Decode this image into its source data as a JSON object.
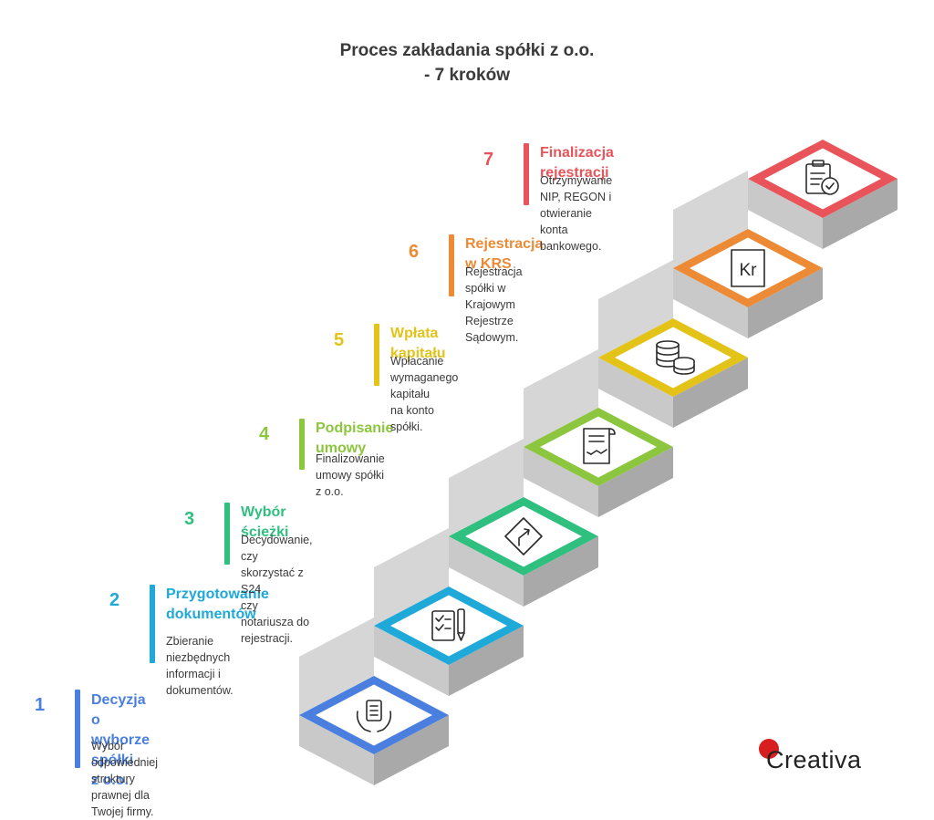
{
  "title_line1": "Proces zakładania spółki z o.o.",
  "title_line2": "- 7 kroków",
  "steps": [
    {
      "num": "1",
      "head1": "Decyzja o wyborze spółki",
      "head2": "z o.o.",
      "desc1": "Wybór odpowiedniej struktury",
      "desc2": "prawnej dla Twojej firmy.",
      "color": "#4a7fe0",
      "icon": "hands-holding-document-icon"
    },
    {
      "num": "2",
      "head1": "Przygotowanie",
      "head2": "dokumentów",
      "desc1": "Zbieranie niezbędnych informacji i",
      "desc2": "dokumentów.",
      "color": "#1fa9d8",
      "icon": "checklist-pen-icon"
    },
    {
      "num": "3",
      "head1": "Wybór ścieżki",
      "head2": "",
      "desc1": "Decydowanie, czy skorzystać z S24",
      "desc2": "czy notariusza do rejestracji.",
      "color": "#2fbf7f",
      "icon": "route-sign-icon"
    },
    {
      "num": "4",
      "head1": "Podpisanie umowy",
      "head2": "",
      "desc1": "Finalizowanie umowy spółki z o.o.",
      "desc2": "",
      "color": "#8cc63e",
      "icon": "contract-handshake-icon"
    },
    {
      "num": "5",
      "head1": "Wpłata kapitału",
      "head2": "",
      "desc1": "Wpłacanie wymaganego kapitału",
      "desc2": "na konto spółki.",
      "color": "#e3c318",
      "icon": "coin-stacks-icon"
    },
    {
      "num": "6",
      "head1": "Rejestracja w KRS",
      "head2": "",
      "desc1": "Rejestracja spółki w Krajowym",
      "desc2": "Rejestrze Sądowym.",
      "color": "#ec8a35",
      "icon": "krypton-element-icon",
      "icon_text": "Kr"
    },
    {
      "num": "7",
      "head1": "Finalizacja rejestracji",
      "head2": "",
      "desc1": "Otrzymywanie NIP, REGON i",
      "desc2": "otwieranie konta bankowego.",
      "color": "#e8545a",
      "icon": "clipboard-check-icon"
    }
  ],
  "logo": {
    "text": "Creativa",
    "accent": "#d81e1e"
  }
}
